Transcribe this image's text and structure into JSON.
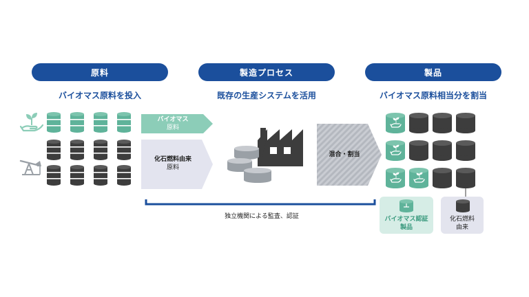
{
  "headers": [
    {
      "label": "原料",
      "subtitle": "バイオマス原料を投入"
    },
    {
      "label": "製造プロセス",
      "subtitle": "既存の生産システムを活用"
    },
    {
      "label": "製品",
      "subtitle": "バイオマス原料相当分を割当"
    }
  ],
  "inputs": {
    "biomass": {
      "line1": "バイオマス",
      "line2": "原料"
    },
    "fossil": {
      "line1": "化石燃料由来",
      "line2": "原料"
    }
  },
  "process": {
    "mix_label": "混合・割当"
  },
  "audit": {
    "label": "独立機関による監査、認証"
  },
  "products": {
    "certified": {
      "line1": "バイオマス認証",
      "line2": "製品"
    },
    "fossil": {
      "line1": "化石燃料",
      "line2": "由来"
    }
  },
  "colors": {
    "navy": "#1b4f9c",
    "green_barrel": "#5fb39a",
    "dark_barrel": "#3d3d3d",
    "green_arrow": "#8ccdb8",
    "gray_arrow": "#e3e4ef",
    "green_box": "#d6ede6",
    "gray_box": "#e3e4ee"
  }
}
